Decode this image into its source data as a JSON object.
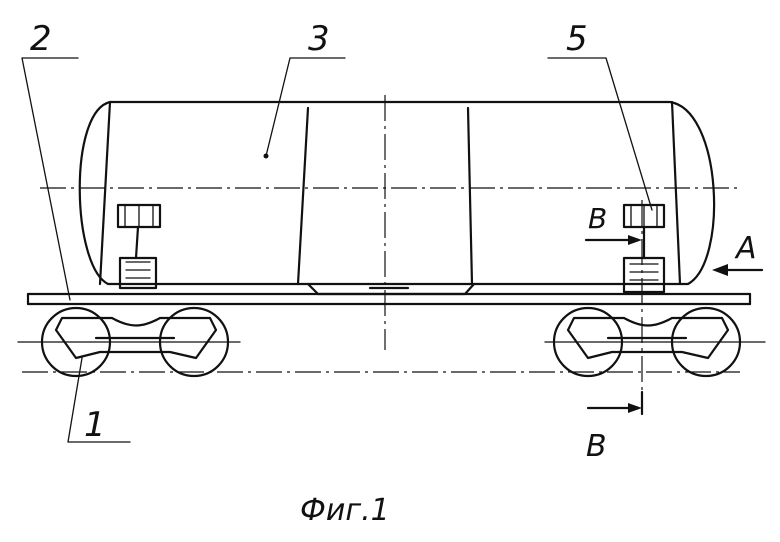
{
  "labels": {
    "num_1": "1",
    "num_2": "2",
    "num_3": "3",
    "num_5": "5",
    "letter_a": "A",
    "letter_b_top": "B",
    "letter_b_bottom": "B"
  },
  "caption": "Фиг.1"
}
